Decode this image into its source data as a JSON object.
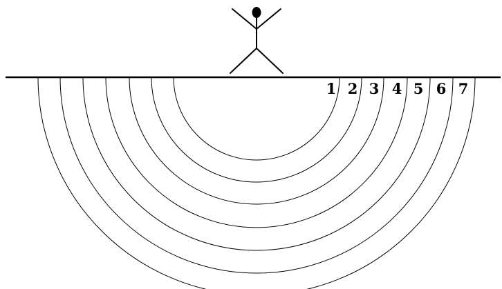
{
  "figure": {
    "ring_labels": [
      "1",
      "2",
      "3",
      "4",
      "5",
      "6",
      "7"
    ],
    "colors": {
      "ink": "#000000",
      "background": "#ffffff"
    },
    "elements": {
      "person": "stick-figure",
      "ground": "horizontal-line",
      "rings": "concentric-semicircles"
    }
  }
}
